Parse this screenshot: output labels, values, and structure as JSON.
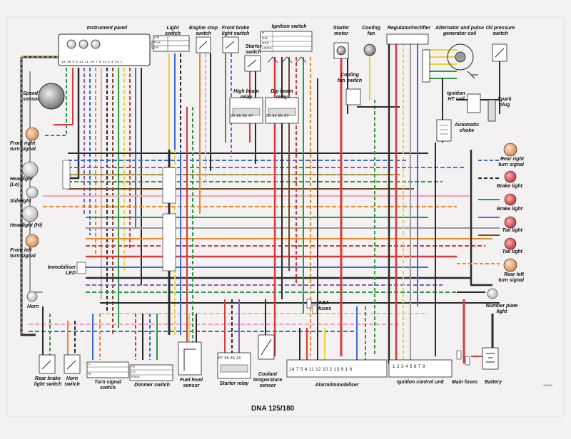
{
  "diagram_title": "DNA 125/180",
  "reference_code": "H32569",
  "components": {
    "instrument_panel": "Instrument panel",
    "speed_sensor": "Speed\nsensor",
    "light_switch": "Light\nswitch",
    "engine_stop_switch": "Engine stop\nswitch",
    "front_brake_light_switch": "Front brake\nlight switch",
    "starter_switch": "Starter\nswitch",
    "ignition_switch": "Ignition switch",
    "starter_motor": "Starter\nmotor",
    "cooling_fan": "Cooling\nfan",
    "regulator_rectifier": "Regulator/rectifier",
    "alternator_pulse_coil": "Alternator and pulse\ngenerator coil",
    "oil_pressure_switch": "Oil pressure\nswitch",
    "high_beam_relay": "High beam\nrelay",
    "dip_beam_relay": "Dip beam\nrelay",
    "cooling_fan_switch": "Cooling\nfan switch",
    "ignition_ht_coil": "Ignition\nHT coil",
    "spark_plug": "Spark\nplug",
    "automatic_choke": "Automatic\nchoke",
    "front_right_turn_signal": "Front right\nturn signal",
    "headlight_lo": "Headlight\n(Lo)",
    "sidelight": "Sidelight",
    "headlight_hi": "Headlight (Hi)",
    "front_left_turn_signal": "Front left\nturn signal",
    "immobiliser_led": "Immobiliser\nLED",
    "horn": "Horn",
    "rear_right_turn_signal": "Rear right\nturn signal",
    "brake_light_1": "Brake light",
    "brake_light_2": "Brake light",
    "tail_light_1": "Tail light",
    "tail_light_2": "Tail light",
    "rear_left_turn_signal": "Rear left\nturn signal",
    "number_plate_light": "Number plate\nlight",
    "fuses_7_5a": "7.5A\nfuses",
    "rear_brake_light_switch": "Rear brake\nlight switch",
    "horn_switch": "Horn\nswitch",
    "turn_signal_switch": "Turn signal\nswitch",
    "dimmer_switch": "Dimmer switch",
    "fuel_level_sensor": "Fuel level\nsensor",
    "starter_relay": "Starter relay",
    "coolant_temperature_sensor": "Coolant\ntemperature\nsensor",
    "alarm_immobiliser": "Alarm/immobiliser",
    "ignition_control_unit": "Ignition control unit",
    "main_fuses": "Main fuses",
    "battery": "Battery"
  },
  "connector_text": {
    "alarm_pins": "14 7 5 4 11 12 10 2 13 9 1 6",
    "icu_pins": "1 2 3 4 5 6 7 8",
    "relay_pins_high": "30 86 85 87",
    "relay_pins_dip": "30 86 85 87",
    "starter_relay_pins": "87 86 85 30",
    "light_switch_rows": [
      "Off",
      "Pos",
      "On"
    ],
    "ignition_rows": [
      "P",
      "ON",
      "OFF",
      "LOCK"
    ],
    "turn_switch_rows": [
      "L",
      "",
      "R"
    ],
    "dimmer_rows": [
      "Hi",
      "Lo",
      "Pass"
    ],
    "instrument_pins": "15 16 8 6 12 11 18 7 5 13 2 4 14 1"
  },
  "wire_colors": {
    "red": "#d63a3a",
    "black": "#2a2a2a",
    "yellow": "#e8d23a",
    "blue": "#3a6bd6",
    "green": "#2e9a45",
    "orange": "#e8892f",
    "purple": "#8a57c9",
    "pink": "#f2a3b4",
    "brown": "#7a4a28",
    "grey": "#9a9a9a",
    "white": "#ffffff"
  }
}
